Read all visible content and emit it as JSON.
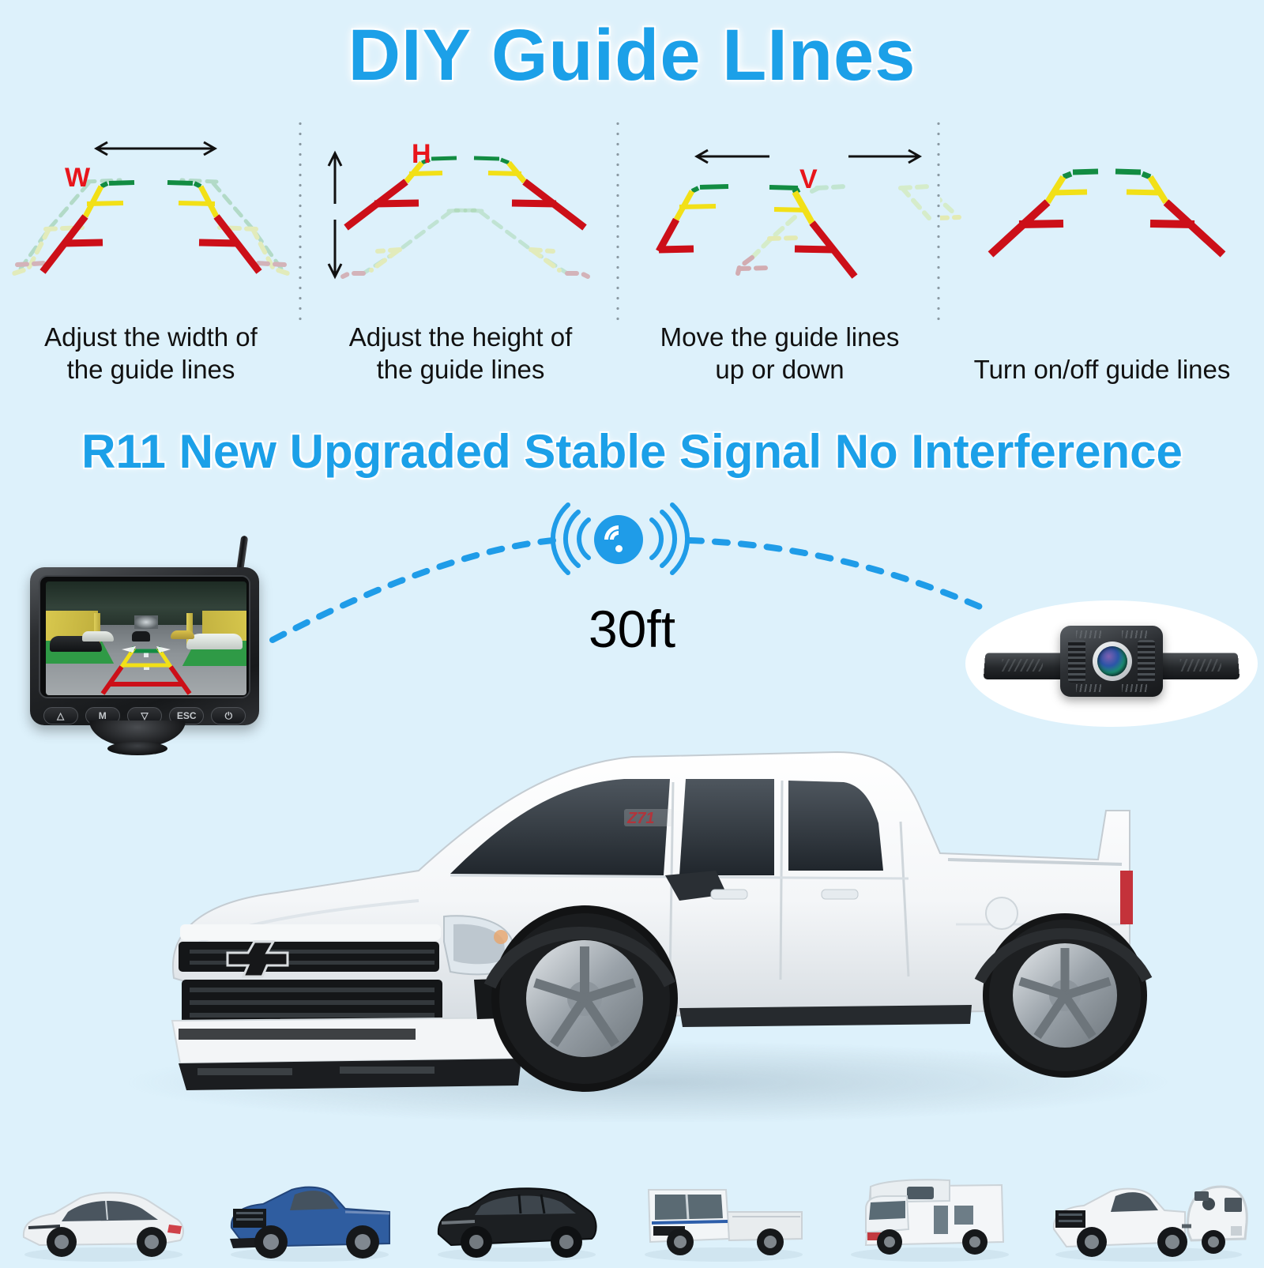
{
  "background_color": "#ddf1fb",
  "accent_blue": "#1ca0e8",
  "headline": {
    "title": "DIY Guide LInes",
    "subtitle": "R11 New Upgraded Stable Signal No Interference"
  },
  "guide_panels": [
    {
      "id": "adjust-width",
      "axis_label": "W",
      "axis_label_color": "#e8151b",
      "arrow": "double-horizontal",
      "caption_line1": "Adjust the width of",
      "caption_line2": "the guide lines"
    },
    {
      "id": "adjust-height",
      "axis_label": "H",
      "axis_label_color": "#e8151b",
      "arrow": "double-vertical",
      "caption_line1": "Adjust the height of",
      "caption_line2": "the guide lines"
    },
    {
      "id": "move-up-down",
      "axis_label": "V",
      "axis_label_color": "#e8151b",
      "arrow": "split-horizontal",
      "caption_line1": "Move the guide lines",
      "caption_line2": "up or down"
    },
    {
      "id": "toggle-lines",
      "axis_label": "",
      "arrow": "none",
      "caption_line1": "Turn on/off guide lines",
      "caption_line2": ""
    }
  ],
  "guide_line_colors": {
    "near": "#cc0f18",
    "mid": "#f2e017",
    "far": "#128c42"
  },
  "wireless": {
    "icon": "wifi-signal-icon",
    "distance_label": "30ft",
    "link_style": "dashed-arc",
    "link_color": "#1f9ce8"
  },
  "monitor": {
    "name": "wireless-backup-monitor",
    "buttons": [
      {
        "id": "up",
        "label": "△"
      },
      {
        "id": "menu",
        "label": "M"
      },
      {
        "id": "down",
        "label": "▽"
      },
      {
        "id": "esc",
        "label": "ESC"
      },
      {
        "id": "power",
        "label": "⏻"
      }
    ],
    "screen_scene": "underground parking garage rear view with colored parking guide lines"
  },
  "camera": {
    "name": "license-plate-backup-camera",
    "mount": "license plate bracket"
  },
  "main_vehicle": {
    "name": "white-pickup-truck",
    "badge": "Z71"
  },
  "compatible_vehicles": [
    {
      "id": "sedan",
      "label": "white sedan",
      "color": "#e9ecef"
    },
    {
      "id": "pickup-blue",
      "label": "blue pickup truck",
      "color": "#27508f"
    },
    {
      "id": "suv-black",
      "label": "black SUV",
      "color": "#1c1e21"
    },
    {
      "id": "kei-truck",
      "label": "white flatbed kei truck",
      "color": "#f2f4f6"
    },
    {
      "id": "rv",
      "label": "white motorhome RV",
      "color": "#f3f5f6"
    },
    {
      "id": "truck-trailer",
      "label": "white pickup with teardrop trailer",
      "color": "#f5f7f8"
    }
  ]
}
